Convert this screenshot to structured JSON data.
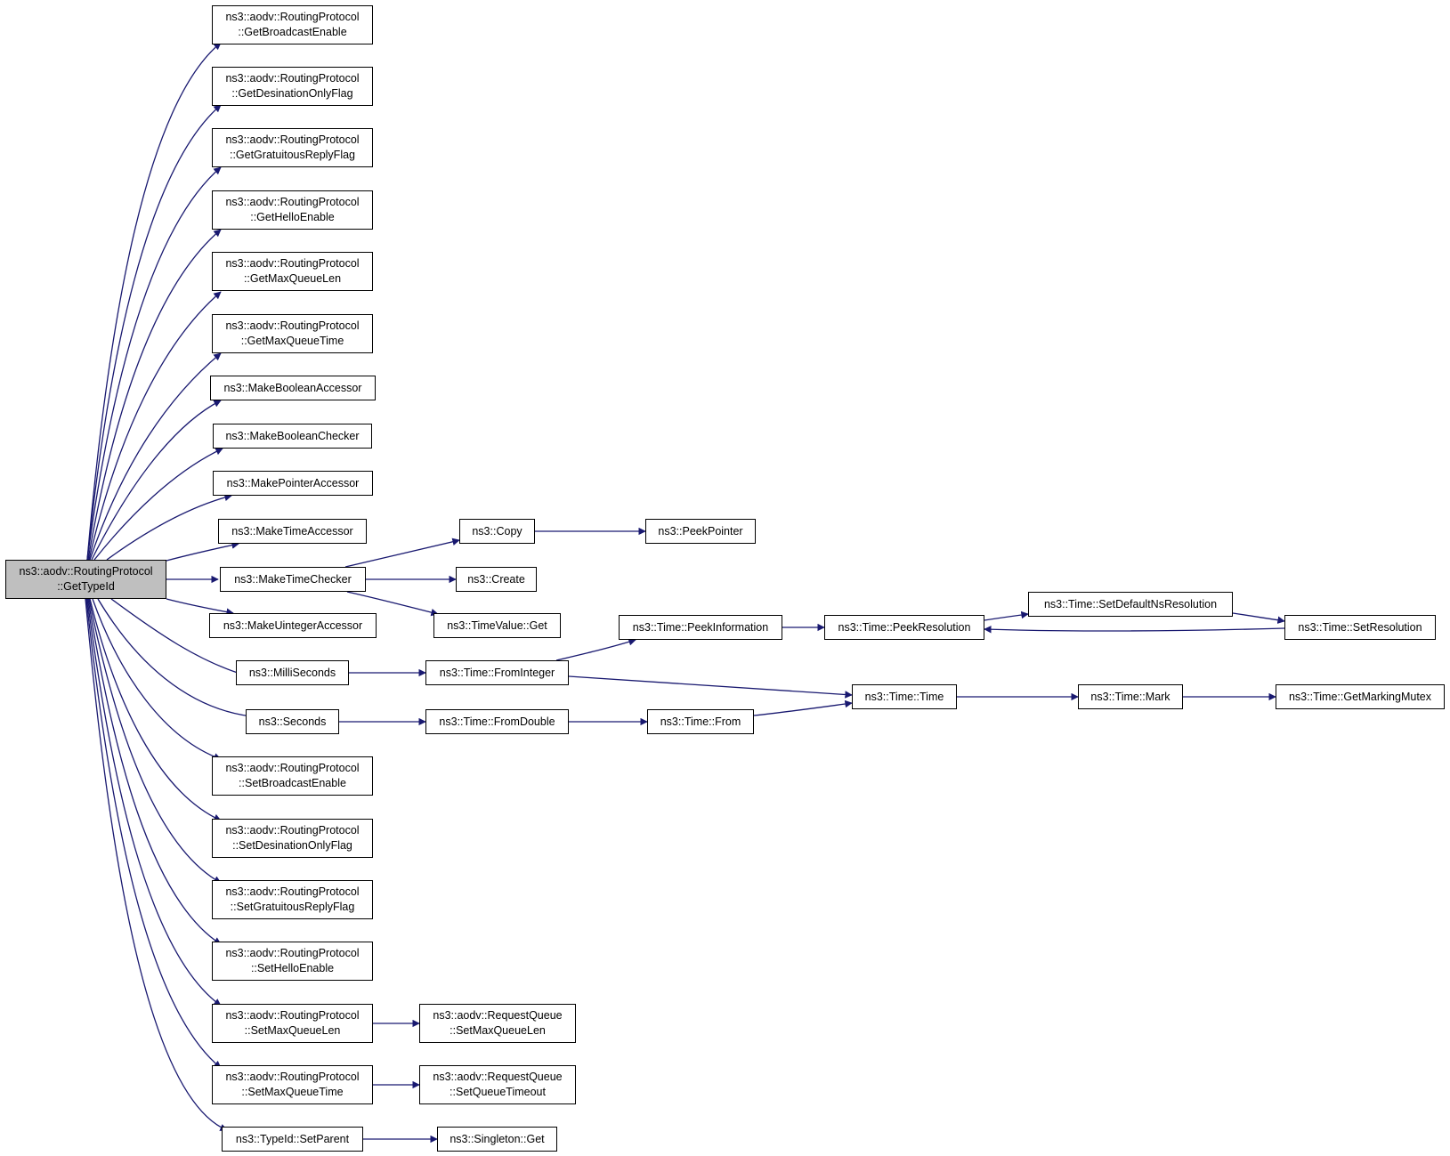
{
  "colors": {
    "edge": "#191970",
    "root_fill": "#bfbfbf",
    "node_fill": "#ffffff",
    "node_border": "#000000"
  },
  "nodes": {
    "root": [
      "ns3::aodv::RoutingProtocol",
      "::GetTypeId"
    ],
    "get_broadcast_enable": [
      "ns3::aodv::RoutingProtocol",
      "::GetBroadcastEnable"
    ],
    "get_desination_only_flag": [
      "ns3::aodv::RoutingProtocol",
      "::GetDesinationOnlyFlag"
    ],
    "get_gratuitous_reply_flag": [
      "ns3::aodv::RoutingProtocol",
      "::GetGratuitousReplyFlag"
    ],
    "get_hello_enable": [
      "ns3::aodv::RoutingProtocol",
      "::GetHelloEnable"
    ],
    "get_max_queue_len": [
      "ns3::aodv::RoutingProtocol",
      "::GetMaxQueueLen"
    ],
    "get_max_queue_time": [
      "ns3::aodv::RoutingProtocol",
      "::GetMaxQueueTime"
    ],
    "make_boolean_accessor": [
      "ns3::MakeBooleanAccessor"
    ],
    "make_boolean_checker": [
      "ns3::MakeBooleanChecker"
    ],
    "make_pointer_accessor": [
      "ns3::MakePointerAccessor"
    ],
    "make_time_accessor": [
      "ns3::MakeTimeAccessor"
    ],
    "make_time_checker": [
      "ns3::MakeTimeChecker"
    ],
    "make_uinteger_accessor": [
      "ns3::MakeUintegerAccessor"
    ],
    "milli_seconds": [
      "ns3::MilliSeconds"
    ],
    "seconds": [
      "ns3::Seconds"
    ],
    "set_broadcast_enable": [
      "ns3::aodv::RoutingProtocol",
      "::SetBroadcastEnable"
    ],
    "set_desination_only_flag": [
      "ns3::aodv::RoutingProtocol",
      "::SetDesinationOnlyFlag"
    ],
    "set_gratuitous_reply_flag": [
      "ns3::aodv::RoutingProtocol",
      "::SetGratuitousReplyFlag"
    ],
    "set_hello_enable": [
      "ns3::aodv::RoutingProtocol",
      "::SetHelloEnable"
    ],
    "set_max_queue_len": [
      "ns3::aodv::RoutingProtocol",
      "::SetMaxQueueLen"
    ],
    "set_max_queue_time": [
      "ns3::aodv::RoutingProtocol",
      "::SetMaxQueueTime"
    ],
    "typeid_set_parent": [
      "ns3::TypeId::SetParent"
    ],
    "copy": [
      "ns3::Copy"
    ],
    "peek_pointer": [
      "ns3::PeekPointer"
    ],
    "create": [
      "ns3::Create"
    ],
    "timevalue_get": [
      "ns3::TimeValue::Get"
    ],
    "time_from_integer": [
      "ns3::Time::FromInteger"
    ],
    "time_from_double": [
      "ns3::Time::FromDouble"
    ],
    "time_peek_information": [
      "ns3::Time::PeekInformation"
    ],
    "time_peek_resolution": [
      "ns3::Time::PeekResolution"
    ],
    "time_set_default_ns_resolution": [
      "ns3::Time::SetDefaultNsResolution"
    ],
    "time_set_resolution": [
      "ns3::Time::SetResolution"
    ],
    "time_time": [
      "ns3::Time::Time"
    ],
    "time_mark": [
      "ns3::Time::Mark"
    ],
    "time_get_marking_mutex": [
      "ns3::Time::GetMarkingMutex"
    ],
    "time_from": [
      "ns3::Time::From"
    ],
    "request_queue_set_max_queue_len": [
      "ns3::aodv::RequestQueue",
      "::SetMaxQueueLen"
    ],
    "request_queue_set_queue_timeout": [
      "ns3::aodv::RequestQueue",
      "::SetQueueTimeout"
    ],
    "singleton_get": [
      "ns3::Singleton::Get"
    ]
  }
}
